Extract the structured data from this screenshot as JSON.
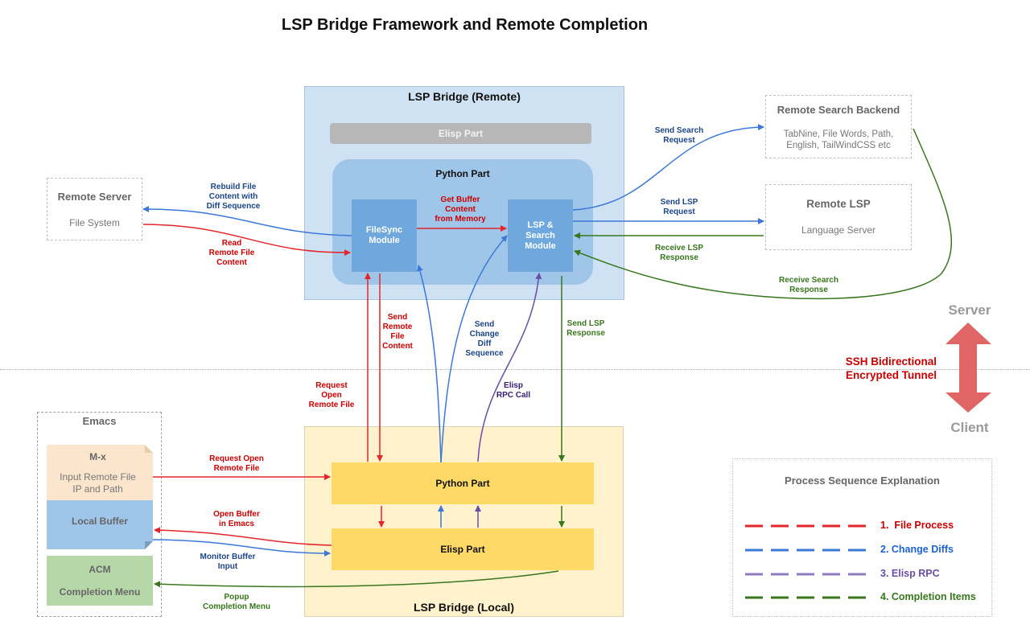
{
  "title": "LSP Bridge Framework and Remote Completion",
  "colors": {
    "file_process": "#e3262a",
    "change_diffs": "#3c78d8",
    "elisp_rpc": "#674ea7",
    "completion_items": "#38761d",
    "tunnel_arrow": "#e06666"
  },
  "remote": {
    "title": "LSP Bridge (Remote)",
    "elisp_part": "Elisp Part",
    "python_part": "Python Part",
    "filesync_module": "FileSync Module",
    "lsp_search_module": "LSP & Search Module"
  },
  "remote_server": {
    "title": "Remote Server",
    "subtitle": "File System"
  },
  "remote_search_backend": {
    "title": "Remote Search Backend",
    "subtitle_line1": "TabNine, File Words, Path,",
    "subtitle_line2": "English, TailWindCSS etc"
  },
  "remote_lsp": {
    "title": "Remote LSP",
    "subtitle": "Language Server"
  },
  "local": {
    "title": "LSP Bridge (Local)",
    "python_part": "Python Part",
    "elisp_part": "Elisp Part"
  },
  "emacs": {
    "title": "Emacs",
    "mx_title": "M-x",
    "mx_line1": "Input Remote File",
    "mx_line2": "IP and Path",
    "local_buffer": "Local Buffer",
    "acm_title": "ACM",
    "acm_subtitle": "Completion Menu"
  },
  "tunnel": {
    "server": "Server",
    "client": "Client",
    "line1": "SSH Bidirectional",
    "line2": "Encrypted Tunnel"
  },
  "edge_labels": {
    "rebuild_file": [
      "Rebuild File",
      "Content with",
      "Diff Sequence"
    ],
    "read_remote_file": [
      "Read",
      "Remote File",
      "Content"
    ],
    "get_buffer": [
      "Get Buffer",
      "Content",
      "from Memory"
    ],
    "send_search_request": [
      "Send Search",
      "Request"
    ],
    "send_lsp_request": [
      "Send LSP",
      "Request"
    ],
    "receive_lsp_response": [
      "Receive LSP",
      "Response"
    ],
    "receive_search_response": [
      "Receive Search",
      "Response"
    ],
    "send_remote_file_content": [
      "Send",
      "Remote",
      "File",
      "Content"
    ],
    "send_change_diff": [
      "Send",
      "Change",
      "Diff",
      "Sequence"
    ],
    "send_lsp_response": [
      "Send LSP",
      "Response"
    ],
    "request_open_remote_file_v": [
      "Request",
      "Open",
      "Remote File"
    ],
    "elisp_rpc_call": [
      "Elisp",
      "RPC Call"
    ],
    "request_open_remote_file_h": [
      "Request Open",
      "Remote File"
    ],
    "open_buffer_in_emacs": [
      "Open Buffer",
      "in Emacs"
    ],
    "monitor_buffer_input": [
      "Monitor Buffer",
      "Input"
    ],
    "popup_completion_menu": [
      "Popup",
      "Completion Menu"
    ]
  },
  "legend": {
    "title": "Process Sequence Explanation",
    "items": [
      {
        "label": "1.  File Process",
        "color": "#e3262a",
        "text_color": "#cc0000"
      },
      {
        "label": "2. Change Diffs",
        "color": "#3c78d8",
        "text_color": "#1c63d0"
      },
      {
        "label": "3. Elisp RPC",
        "color": "#8e7cc3",
        "text_color": "#674ea7"
      },
      {
        "label": "4. Completion Items",
        "color": "#38761d",
        "text_color": "#38761d"
      }
    ]
  }
}
